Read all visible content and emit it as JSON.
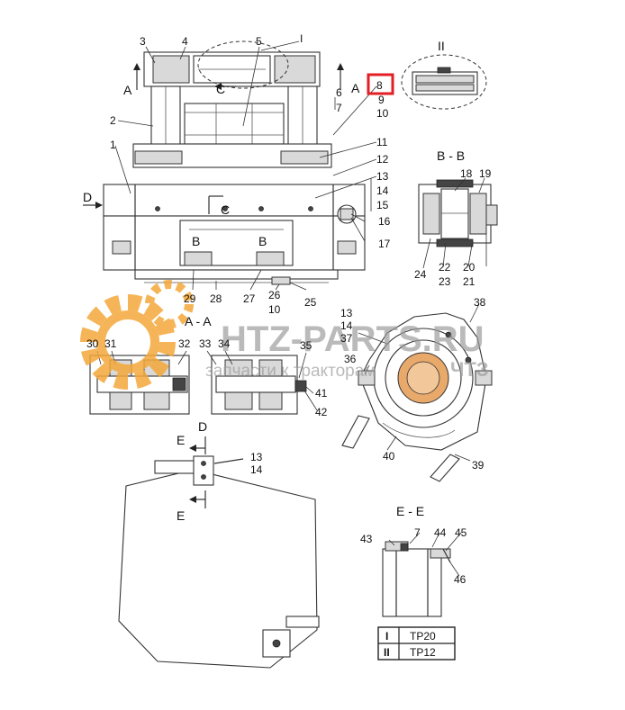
{
  "callouts": {
    "c1": "1",
    "c2": "2",
    "c3": "3",
    "c4": "4",
    "c5": "5",
    "c6": "6",
    "c7": "7",
    "c8": "8",
    "c9": "9",
    "c10": "10",
    "c11": "11",
    "c12": "12",
    "c13": "13",
    "c14": "14",
    "c15": "15",
    "c16": "16",
    "c17": "17",
    "c18": "18",
    "c19": "19",
    "c20": "20",
    "c21": "21",
    "c22": "22",
    "c23": "23",
    "c24": "24",
    "c25": "25",
    "c26": "26",
    "c10b": "10",
    "c27": "27",
    "c28": "28",
    "c29": "29",
    "c30": "30",
    "c31": "31",
    "c32": "32",
    "c33": "33",
    "c34": "34",
    "c35": "35",
    "c36": "36",
    "c37": "37",
    "c13b": "13",
    "c14b": "14",
    "c38": "38",
    "c39": "39",
    "c40": "40",
    "c41": "41",
    "c42": "42",
    "c13c": "13",
    "c14c": "14",
    "c43": "43",
    "c7b": "7",
    "c44": "44",
    "c45": "45",
    "c46": "46",
    "cI": "I"
  },
  "section_labels": {
    "A_left": "A",
    "A_right": "A",
    "C_top": "C",
    "C_mid": "C",
    "D_left": "D",
    "B_left": "B",
    "B_right": "B",
    "view_II": "II",
    "section_BB": "B - B",
    "section_AA": "A - A",
    "D_bottom": "D",
    "E_top": "E",
    "E_bottom": "E",
    "section_EE": "E - E"
  },
  "watermark": {
    "brand": "HTZ-PARTS.RU",
    "tagline": "запчасти к тракторам",
    "suffix": "ЧТЗ"
  },
  "legend": {
    "rows": [
      {
        "mark": "I",
        "value": "TP20"
      },
      {
        "mark": "II",
        "value": "TP12"
      }
    ]
  },
  "colors": {
    "highlight": "#e31e24",
    "watermark_gear": "#f4a83a",
    "watermark_text": "#9a9a9a"
  }
}
